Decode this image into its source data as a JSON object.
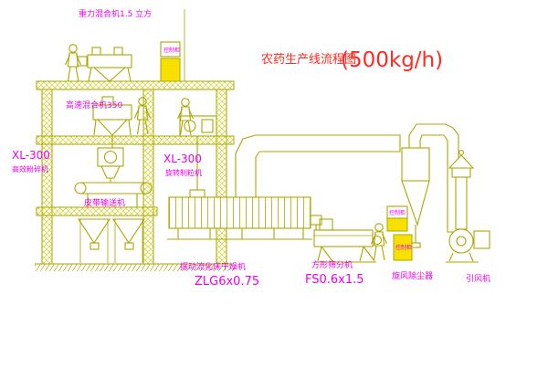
{
  "title": {
    "name": "农药生产线流程图",
    "capacity": "(500kg/h)"
  },
  "labels": {
    "gravity_mixer": "重力混合机1.5 立方",
    "high_speed_mixer": "高速混合机350",
    "mill_model": "XL-300",
    "mill_name": "高效粉碎机",
    "granulator_model": "XL-300",
    "granulator_name": "旋转制粒机",
    "belt_conveyor": "皮带输送机",
    "dryer_name": "振动流化床干燥机",
    "dryer_model": "ZLG6x0.75",
    "sieve_name": "方形筛分机",
    "sieve_model": "FS0.6x1.5",
    "cyclone": "旋风除尘器",
    "fan": "引风机",
    "cabinet": "控制柜"
  },
  "colors": {
    "line": "#aba700",
    "magenta": "#ee00ee",
    "red": "#ff2b22",
    "cabinet_yellow": "#f8e000",
    "background": "#ffffff"
  }
}
